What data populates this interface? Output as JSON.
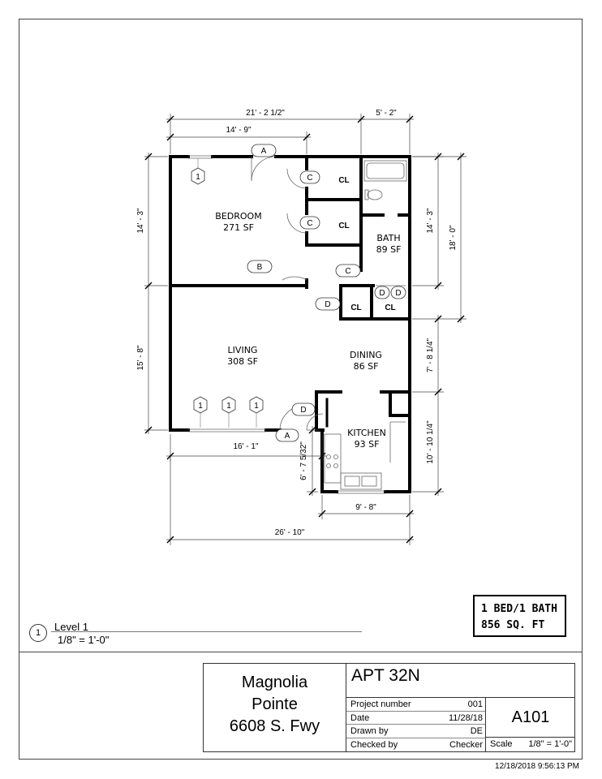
{
  "plan": {
    "rooms": {
      "bedroom": {
        "name": "BEDROOM",
        "area": "271 SF"
      },
      "bath": {
        "name": "BATH",
        "area": "89 SF"
      },
      "living": {
        "name": "LIVING",
        "area": "308 SF"
      },
      "dining": {
        "name": "DINING",
        "area": "86 SF"
      },
      "kitchen": {
        "name": "KITCHEN",
        "area": "93 SF"
      }
    },
    "closet_label": "CL",
    "door_tags": {
      "a": "A",
      "b": "B",
      "c": "C",
      "d": "D"
    },
    "window_tag": "1",
    "dimensions": {
      "top_overall": "21' - 2 1/2\"",
      "top_right": "5' - 2\"",
      "top_inner": "14' - 9\"",
      "left_upper": "14' - 3\"",
      "left_lower": "15' - 8\"",
      "right_bath": "14' - 3\"",
      "right_overall": "18' - 0\"",
      "right_dining": "7' - 8 1/4\"",
      "right_kitchen": "10' - 10 1/4\"",
      "living_width": "16' - 1\"",
      "kitchen_offset": "6' - 7 5/32\"",
      "kitchen_width": "9' - 8\"",
      "bottom_overall": "26' - 10\""
    }
  },
  "summary": {
    "line1": "1 BED/1 BATH",
    "line2": "856 SQ. FT"
  },
  "view": {
    "number": "1",
    "name": "Level 1",
    "scale": "1/8\" = 1'-0\""
  },
  "titleblock": {
    "client_line1": "Magnolia",
    "client_line2": "Pointe",
    "client_line3": "6608 S. Fwy",
    "project_name": "APT 32N",
    "project_number_label": "Project number",
    "project_number": "001",
    "date_label": "Date",
    "date": "11/28/18",
    "drawn_by_label": "Drawn by",
    "drawn_by": "DE",
    "checked_by_label": "Checked by",
    "checked_by": "Checker",
    "sheet_number": "A101",
    "scale_label": "Scale",
    "scale": "1/8\" = 1'-0\""
  },
  "timestamp": "12/18/2018 9:56:13 PM"
}
